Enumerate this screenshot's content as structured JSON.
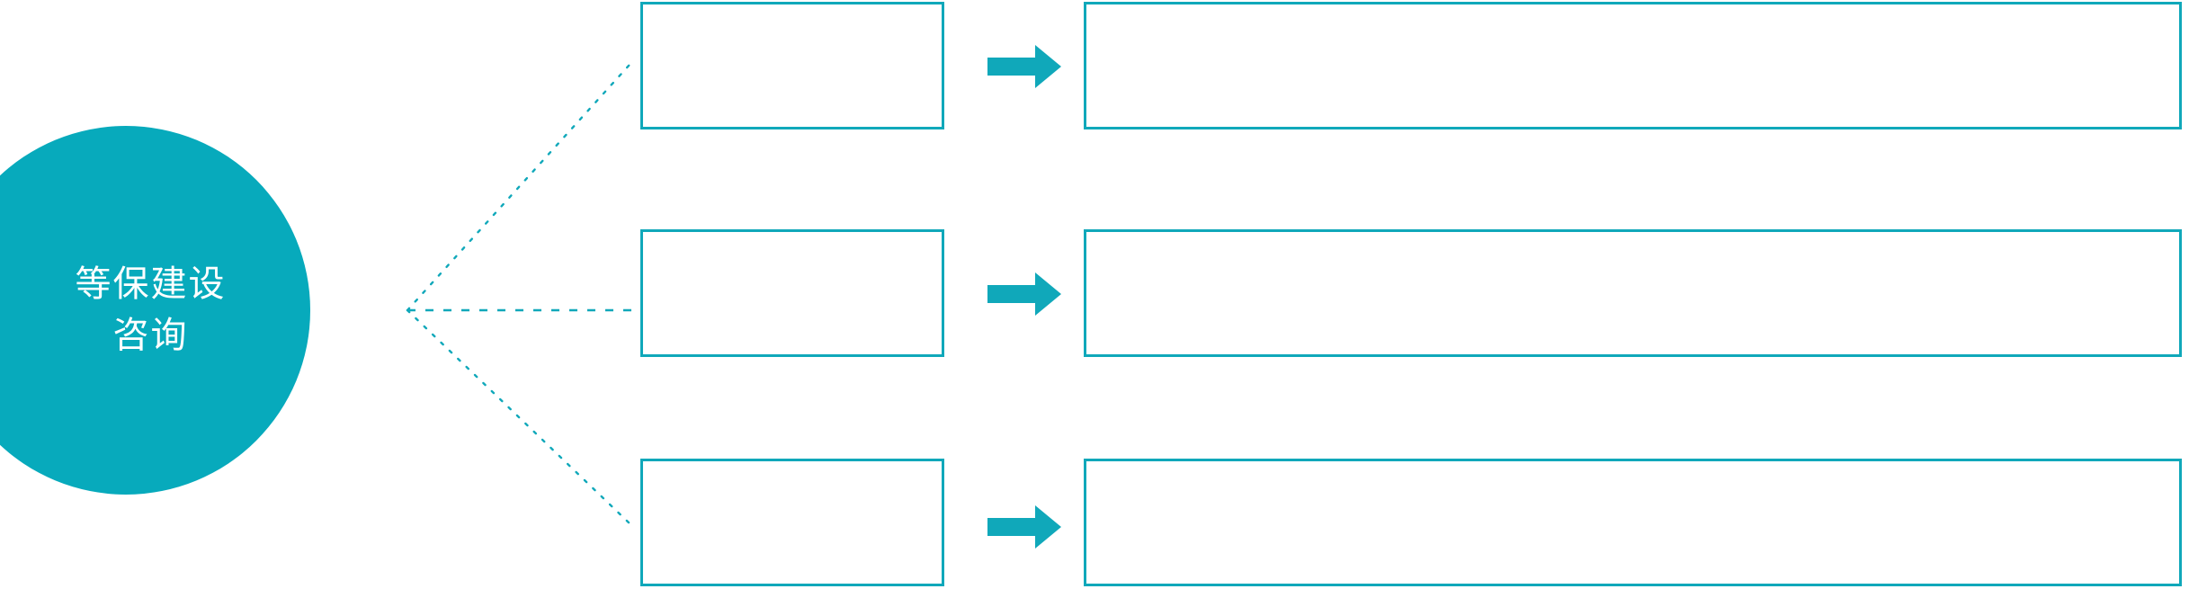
{
  "diagram": {
    "type": "radial-fan-process-diagram",
    "accent_color": "#10A8BA",
    "hub_fill": "#07AABC",
    "hub_text_color": "#FFFFFF",
    "background": "#FFFFFF",
    "hub": {
      "name": "hub-circle",
      "line1": "等保建设",
      "line2": "咨询"
    },
    "connector": {
      "style": "dotted",
      "color": "#10A8BA",
      "branch_count": 3
    },
    "rows": [
      {
        "id": "row-1",
        "stage_label": "",
        "detail_label": "",
        "arrow_icon": "arrow-right-icon"
      },
      {
        "id": "row-2",
        "stage_label": "",
        "detail_label": "",
        "arrow_icon": "arrow-right-icon"
      },
      {
        "id": "row-3",
        "stage_label": "",
        "detail_label": "",
        "arrow_icon": "arrow-right-icon"
      }
    ]
  }
}
